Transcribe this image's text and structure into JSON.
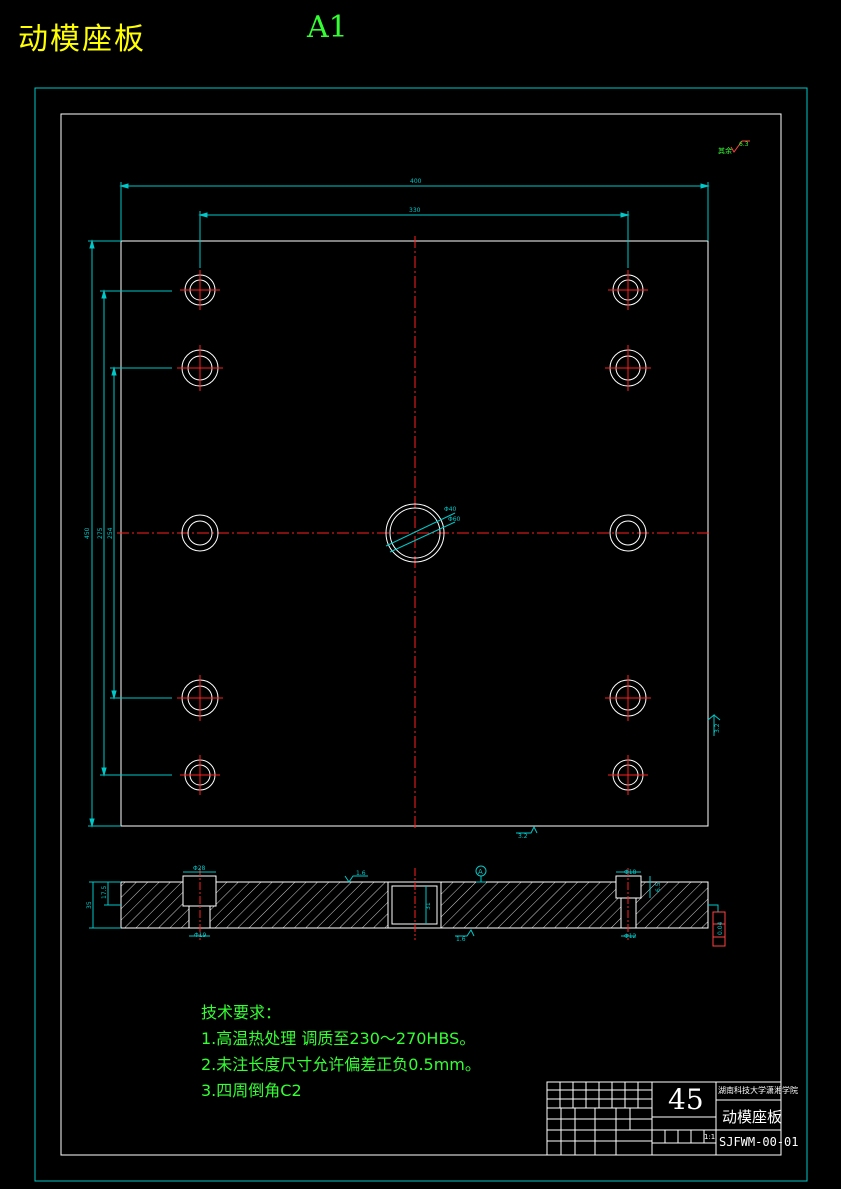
{
  "header": {
    "title": "动模座板",
    "sheet_size": "A1"
  },
  "dimensions": {
    "width_overall": "400",
    "hole_spacing": "330",
    "height_overall": "450",
    "height_275": "275",
    "height_254": "254",
    "dia_center_1": "Φ40",
    "dia_center_2": "Φ60",
    "section_thickness": "35",
    "section_step": "17.5",
    "section_bore": "31",
    "cbore_left": "Φ28",
    "hole_left": "Φ19",
    "cbore_right": "Φ18",
    "hole_right": "Φ12",
    "depth_right": "6.5"
  },
  "roughness": {
    "top_right": "6.3",
    "face_right": "3.2",
    "bottom": "3.2",
    "section_top": "1.6",
    "section_bottom": "1.6"
  },
  "tolerance": {
    "flatness": "0.04",
    "datum": "A"
  },
  "notes": {
    "heading": "技术要求：",
    "items": [
      "1.高温热处理 调质至230～270HBS。",
      "2.未注长度尺寸允许偏差正负0.5mm。",
      "3.四周倒角C2"
    ]
  },
  "title_block": {
    "material": "45",
    "school": "湖南科技大学潇湘学院",
    "part_name": "动模座板",
    "drawing_no": "SJFWM-00-01",
    "scale": "1:1"
  }
}
